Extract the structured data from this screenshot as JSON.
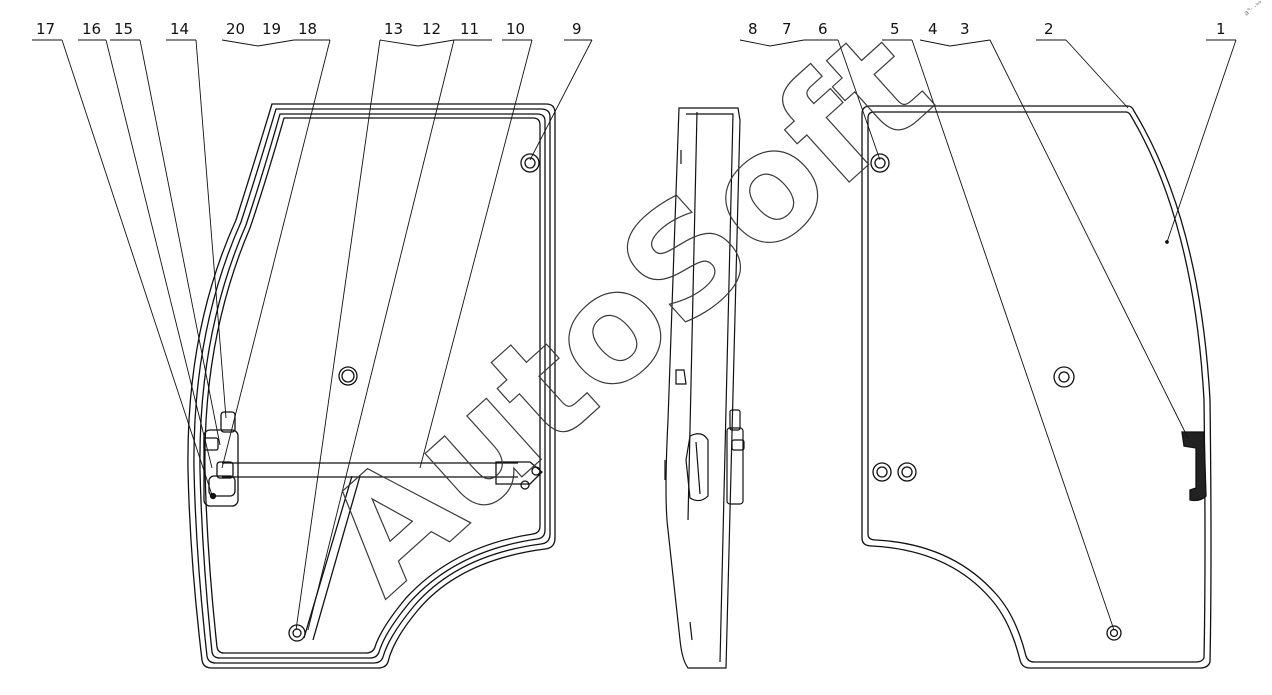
{
  "watermark": "AutoSoft",
  "corner_mark": "a°· ·ʷᵒ",
  "callouts": {
    "c1": "1",
    "c2": "2",
    "c3": "3",
    "c4": "4",
    "c5": "5",
    "c6": "6",
    "c7": "7",
    "c8": "8",
    "c9": "9",
    "c10": "10",
    "c11": "11",
    "c12": "12",
    "c13": "13",
    "c14": "14",
    "c15": "15",
    "c16": "16",
    "c17": "17",
    "c18": "18",
    "c19": "19",
    "c20": "20"
  }
}
